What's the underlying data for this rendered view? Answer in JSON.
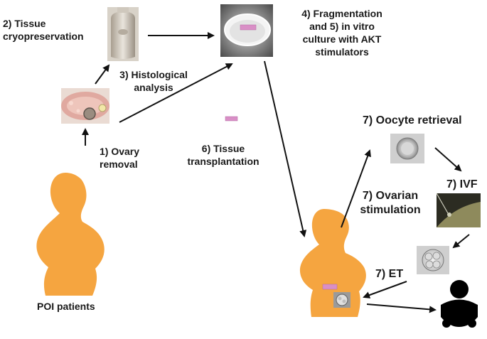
{
  "labels": {
    "tissue_cryo": "2) Tissue\ncryopreservation",
    "fragmentation": "4) Fragmentation\nand 5) in vitro\nculture with AKT\nstimulators",
    "histological": "3) Histological\nanalysis",
    "ovary_removal": "1) Ovary\nremoval",
    "tissue_transplant": "6) Tissue\ntransplantation",
    "oocyte_retrieval": "7) Oocyte retrieval",
    "ivf": "7) IVF",
    "ovarian_stimulation": "7) Ovarian\nstimulation",
    "et": "7) ET",
    "poi_patients": "POI patients"
  },
  "colors": {
    "silhouette": "#f5a540",
    "tissue_piece": "#d98fc6",
    "arrow": "#111111",
    "baby": "#000000"
  },
  "icons": [
    "cryo-tank-icon",
    "culture-dish-icon",
    "ovary-section-icon",
    "oocyte-icon",
    "ivf-icon",
    "embryo-icon",
    "baby-icon",
    "woman-silhouette-icon"
  ]
}
